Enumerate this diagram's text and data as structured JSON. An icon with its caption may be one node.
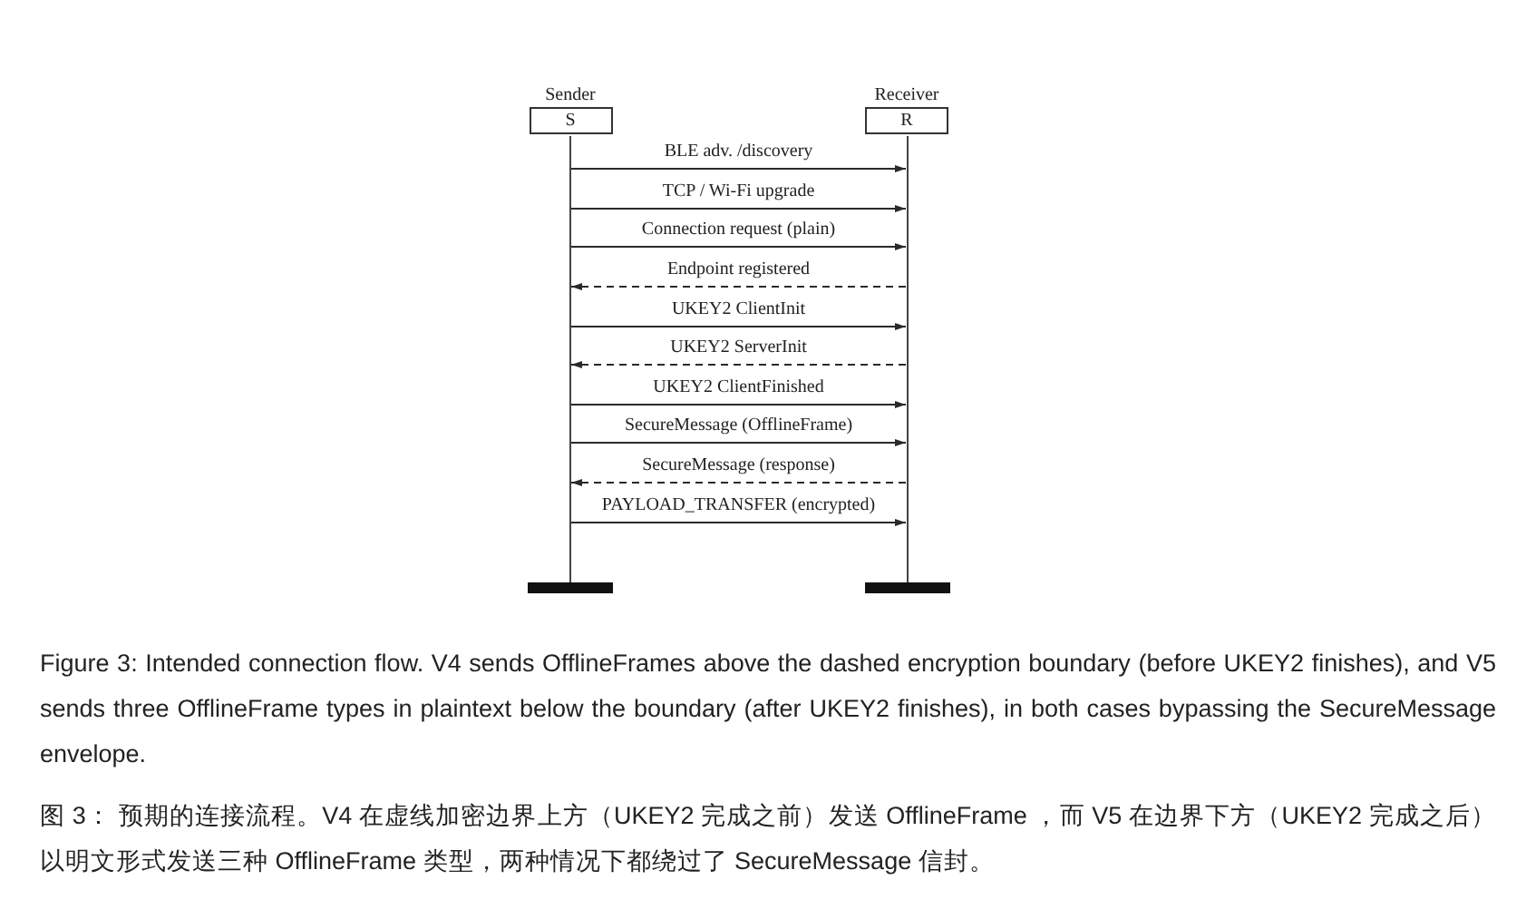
{
  "diagram": {
    "caption": "Figure 3: Intended connection flow. V4 sends OfflineFrames above the dashed encryption boundary (before UKEY2 finishes), and V5 sends three OfflineFrame types in plaintext below the boundary (after UKEY2 finishes), in both cases bypassing the SecureMessage envelope.",
    "nodes": [
      {
        "text": [
          "Sender",
          "S"
        ]
      },
      {
        "text": [
          "Receiver",
          "R"
        ]
      },
      {
        "text": [],
        "shape": "line"
      },
      {
        "text": [],
        "shape": "line"
      }
    ],
    "edges": [
      {
        "from": 2,
        "to": 3,
        "arrow": "to",
        "label": "BLE adv. /discovery"
      },
      {
        "from": 2,
        "to": 3,
        "arrow": "to",
        "label": "TCP / Wi-Fi upgrade"
      },
      {
        "from": 2,
        "to": 3,
        "arrow": "to",
        "label": "Connection request (plain)"
      },
      {
        "from": 3,
        "to": 2,
        "arrow": "to",
        "label": "Endpoint registered",
        "style": "dashed"
      },
      {
        "from": 2,
        "to": 3,
        "arrow": "to",
        "label": "UKEY2 ClientInit"
      },
      {
        "from": 3,
        "to": 2,
        "arrow": "to",
        "label": "UKEY2 ServerInit",
        "style": "dashed"
      },
      {
        "from": 2,
        "to": 3,
        "arrow": "to",
        "label": "UKEY2 ClientFinished"
      },
      {
        "from": 2,
        "to": 3,
        "arrow": "to",
        "label": "SecureMessage (OfflineFrame)"
      },
      {
        "from": 3,
        "to": 2,
        "arrow": "to",
        "label": "SecureMessage (response)",
        "style": "dashed"
      },
      {
        "from": 2,
        "to": 3,
        "arrow": "to",
        "label": "PAYLOAD_TRANSFER (encrypted)"
      }
    ],
    "labels": [
      "图 3： 预期的连接流程。V4 在虚线加密边界上方（UKEY2 完成之前）发送 OfflineFrame ，而 V5 在边界下方（UKEY2 完成之后）以明文形式发送三种 OfflineFrame 类型，两种情况下都绕过了 SecureMessage 信封。"
    ]
  }
}
